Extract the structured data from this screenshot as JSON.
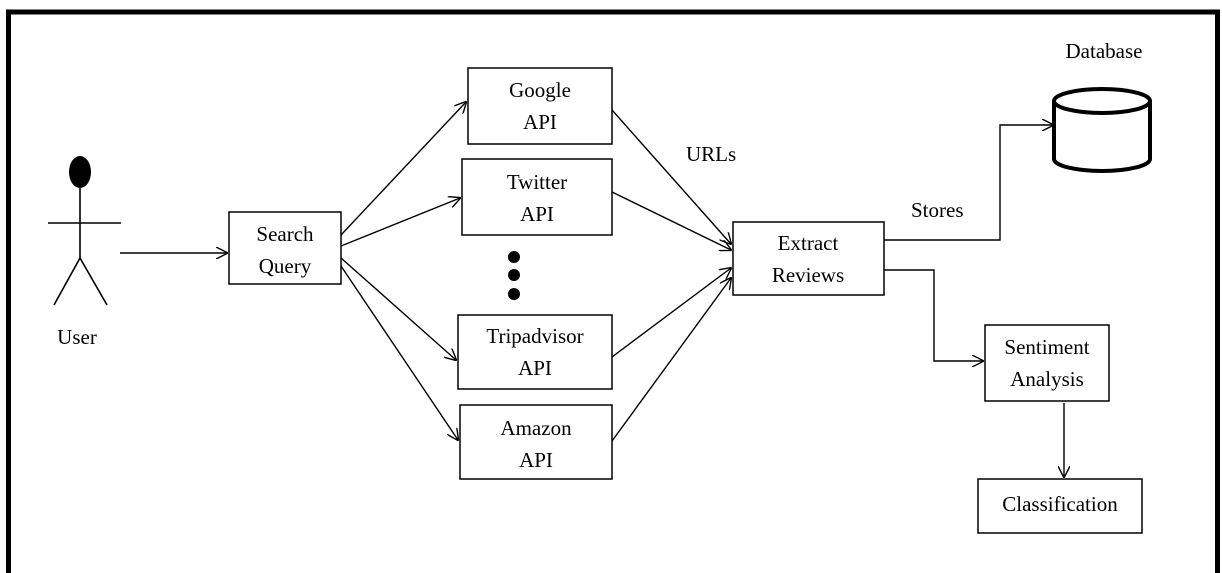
{
  "actor": {
    "label": "User"
  },
  "nodes": {
    "search_query": [
      "Search",
      "Query"
    ],
    "google_api": [
      "Google",
      "API"
    ],
    "twitter_api": [
      "Twitter",
      "API"
    ],
    "tripadvisor_api": [
      "Tripadvisor",
      "API"
    ],
    "amazon_api": [
      "Amazon",
      "API"
    ],
    "extract_reviews": [
      "Extract",
      "Reviews"
    ],
    "sentiment_analysis": [
      "Sentiment",
      "Analysis"
    ],
    "classification": [
      "Classification"
    ],
    "database": "Database"
  },
  "edge_labels": {
    "urls": "URLs",
    "stores": "Stores"
  }
}
